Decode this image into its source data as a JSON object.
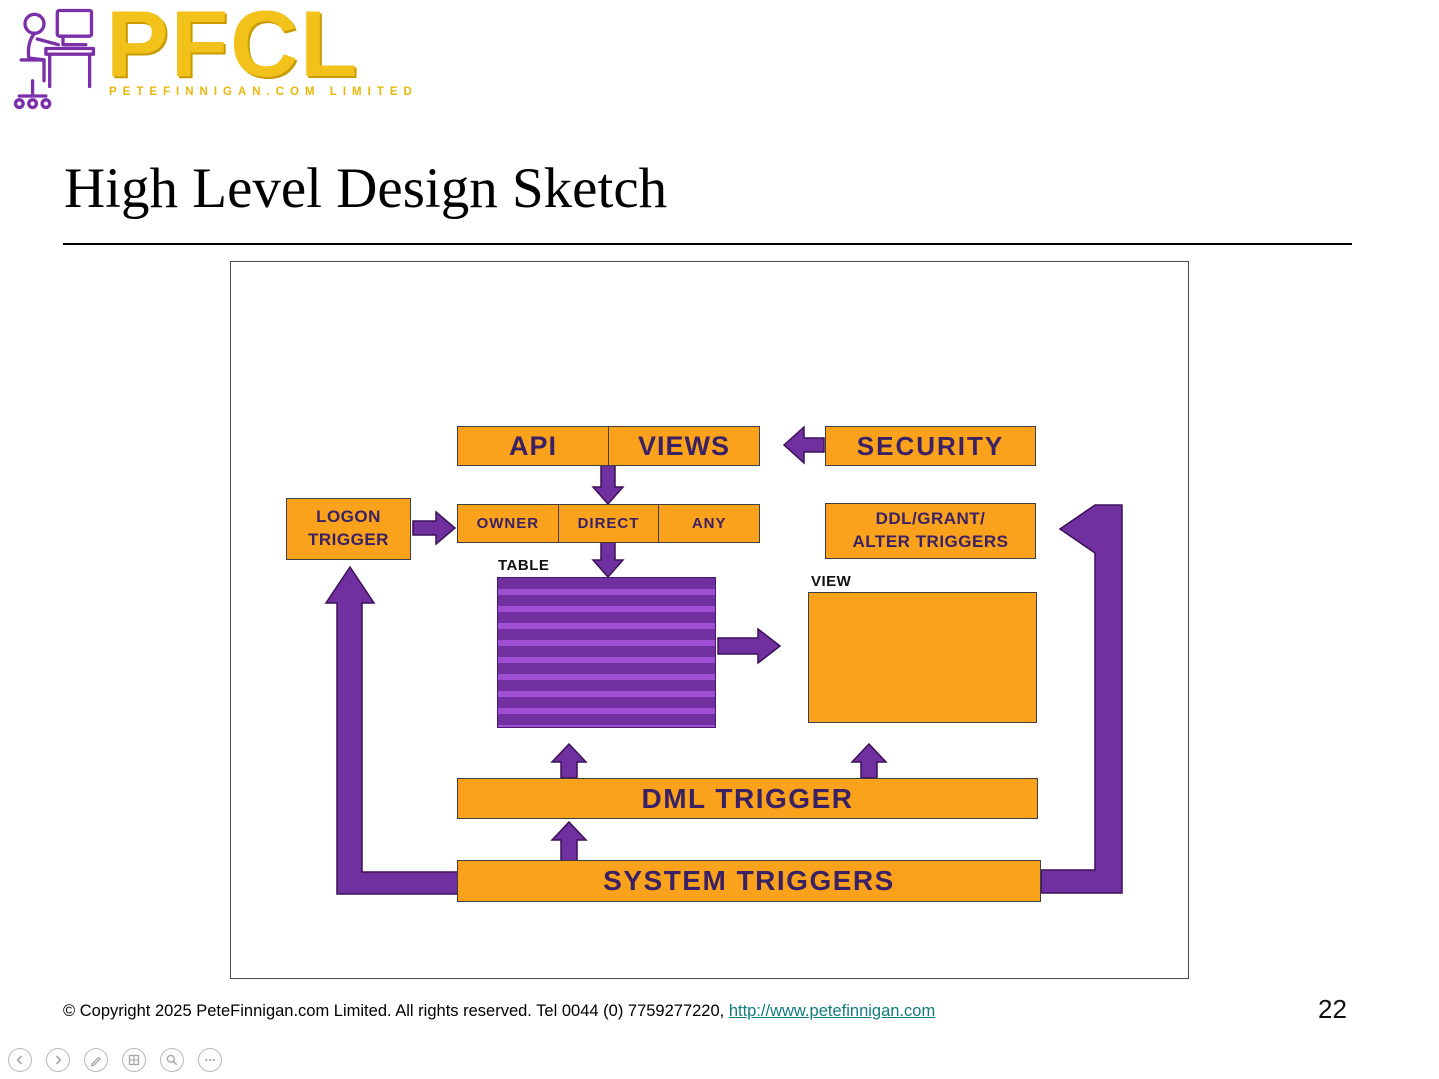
{
  "header": {
    "logo_text": "PFCL",
    "logo_subtext": "PETEFINNIGAN.COM LIMITED"
  },
  "title": {
    "text": "High Level Design Sketch"
  },
  "diagram": {
    "boxes": {
      "api": "API",
      "views": "VIEWS",
      "security": "SECURITY",
      "logon_line1": "LOGON",
      "logon_line2": "TRIGGER",
      "owner": "OWNER",
      "direct": "DIRECT",
      "any": "ANY",
      "ddl_line1": "DDL/GRANT/",
      "ddl_line2": "ALTER TRIGGERS",
      "table_label": "TABLE",
      "view_label": "VIEW",
      "dml": "DML TRIGGER",
      "system": "SYSTEM TRIGGERS"
    }
  },
  "footer": {
    "copyright": "© Copyright 2025 PeteFinnigan.com Limited. All rights reserved. Tel 0044 (0) 7759277220, ",
    "link": "http://www.petefinnigan.com"
  },
  "page_number": "22",
  "controls": {
    "items": [
      {
        "name": "previous-slide"
      },
      {
        "name": "next-slide"
      },
      {
        "name": "pen-tool"
      },
      {
        "name": "see-all-slides"
      },
      {
        "name": "zoom"
      },
      {
        "name": "more-options"
      }
    ]
  },
  "colors": {
    "box_orange": "#FAA21B",
    "arrow_purple": "#7030A0",
    "table_stripe_light": "#A04FD4",
    "logo_gold": "#F2C11A",
    "link_teal": "#0F7B7B",
    "box_text": "#3A2163"
  }
}
